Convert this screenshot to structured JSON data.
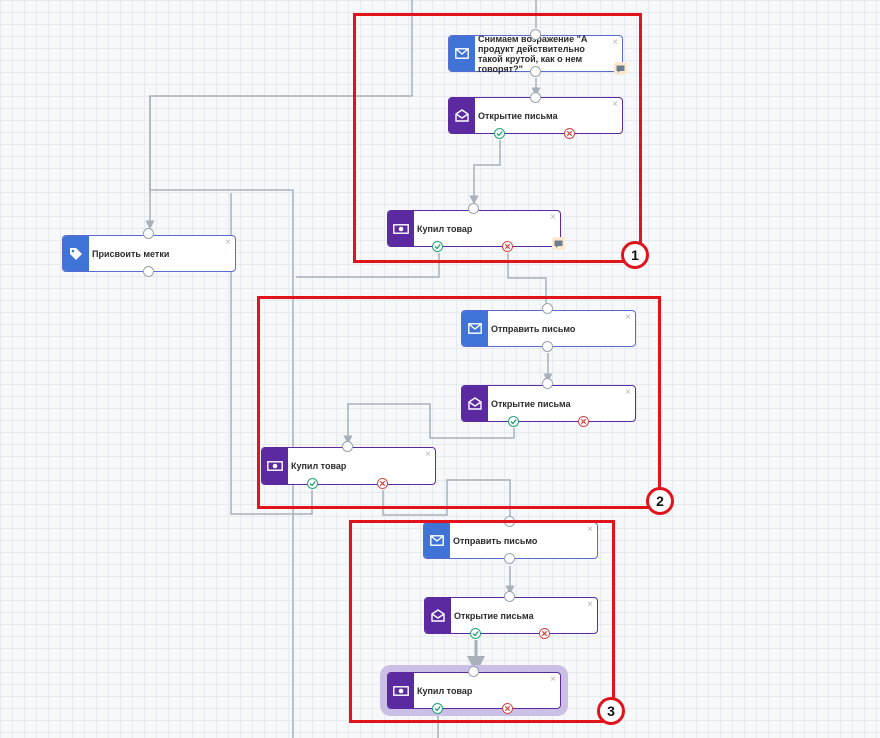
{
  "nodes": {
    "objection_email": {
      "label": "Снимаем возражение \"А продукт действительно такой крутой, как о нем говорят?\"",
      "close": "×"
    },
    "open_email_1": {
      "label": "Открытие письма",
      "close": "×"
    },
    "bought_1": {
      "label": "Купил товар",
      "close": "×"
    },
    "assign_tags": {
      "label": "Присвоить метки",
      "close": "×"
    },
    "send_email_2": {
      "label": "Отправить письмо",
      "close": "×"
    },
    "open_email_2": {
      "label": "Открытие письма",
      "close": "×"
    },
    "bought_2": {
      "label": "Купил товар",
      "close": "×"
    },
    "send_email_3": {
      "label": "Отправить письмо",
      "close": "×"
    },
    "open_email_3": {
      "label": "Открытие письма",
      "close": "×"
    },
    "bought_3": {
      "label": "Купил товар",
      "close": "×"
    }
  },
  "groups": {
    "g1": "1",
    "g2": "2",
    "g3": "3"
  },
  "colors": {
    "group_border": "#e2141b",
    "email_node": "#3f74d6",
    "condition_node": "#5b2aa0",
    "success_port": "#27a27a",
    "fail_port": "#d04848",
    "connector": "#a8b1ba",
    "selection_halo": "#cbbfe6"
  },
  "icons": {
    "email": "envelope-icon",
    "open": "open-envelope-icon",
    "purchase": "money-icon",
    "tag": "tag-icon",
    "note": "comment-icon",
    "success": "check-icon",
    "fail": "cross-icon"
  }
}
